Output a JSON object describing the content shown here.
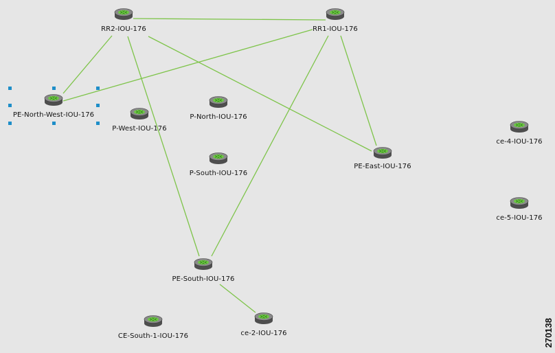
{
  "colors": {
    "background": "#e6e6e6",
    "link": "#7ec44a",
    "router_dark": "#4e4e4e",
    "router_top": "#8a8a8a",
    "router_mark": "#69d23a",
    "selection": "#1e8ec8"
  },
  "icon": "router-icon",
  "nodes": [
    {
      "id": "rr2",
      "label": "RR2-IOU-176"
    },
    {
      "id": "rr1",
      "label": "RR1-IOU-176"
    },
    {
      "id": "pe_nw",
      "label": "PE-North-West-IOU-176",
      "selected": true
    },
    {
      "id": "p_west",
      "label": "P-West-IOU-176"
    },
    {
      "id": "p_north",
      "label": "P-North-IOU-176"
    },
    {
      "id": "p_south",
      "label": "P-South-IOU-176"
    },
    {
      "id": "pe_east",
      "label": "PE-East-IOU-176"
    },
    {
      "id": "ce4",
      "label": "ce-4-IOU-176"
    },
    {
      "id": "ce5",
      "label": "ce-5-IOU-176"
    },
    {
      "id": "pe_south",
      "label": "PE-South-IOU-176"
    },
    {
      "id": "ce_south1",
      "label": "CE-South-1-IOU-176"
    },
    {
      "id": "ce2",
      "label": "ce-2-IOU-176"
    }
  ],
  "links": [
    [
      "rr2",
      "rr1"
    ],
    [
      "rr2",
      "pe_nw"
    ],
    [
      "rr2",
      "pe_south"
    ],
    [
      "rr2",
      "pe_east"
    ],
    [
      "rr1",
      "pe_nw"
    ],
    [
      "rr1",
      "pe_south"
    ],
    [
      "rr1",
      "pe_east"
    ],
    [
      "pe_south",
      "ce2"
    ]
  ],
  "figure_id": "270138"
}
